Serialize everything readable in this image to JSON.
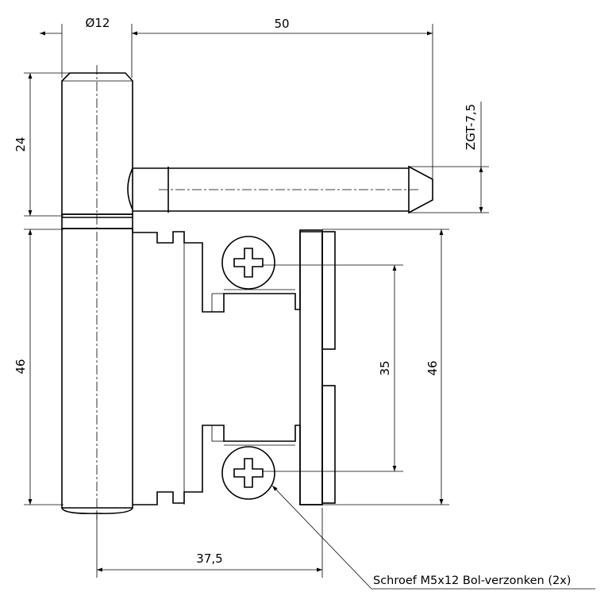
{
  "drawing": {
    "dimensions": {
      "pin_diameter": "Ø12",
      "pin_width": "50",
      "upper_height": "24",
      "zgt": "ZGT-7,5",
      "lower_height_left": "46",
      "screw_spacing": "35",
      "lower_height_right": "46",
      "bottom_width": "37,5"
    },
    "callout": "Schroef M5x12 Bol-verzonken (2x)"
  }
}
